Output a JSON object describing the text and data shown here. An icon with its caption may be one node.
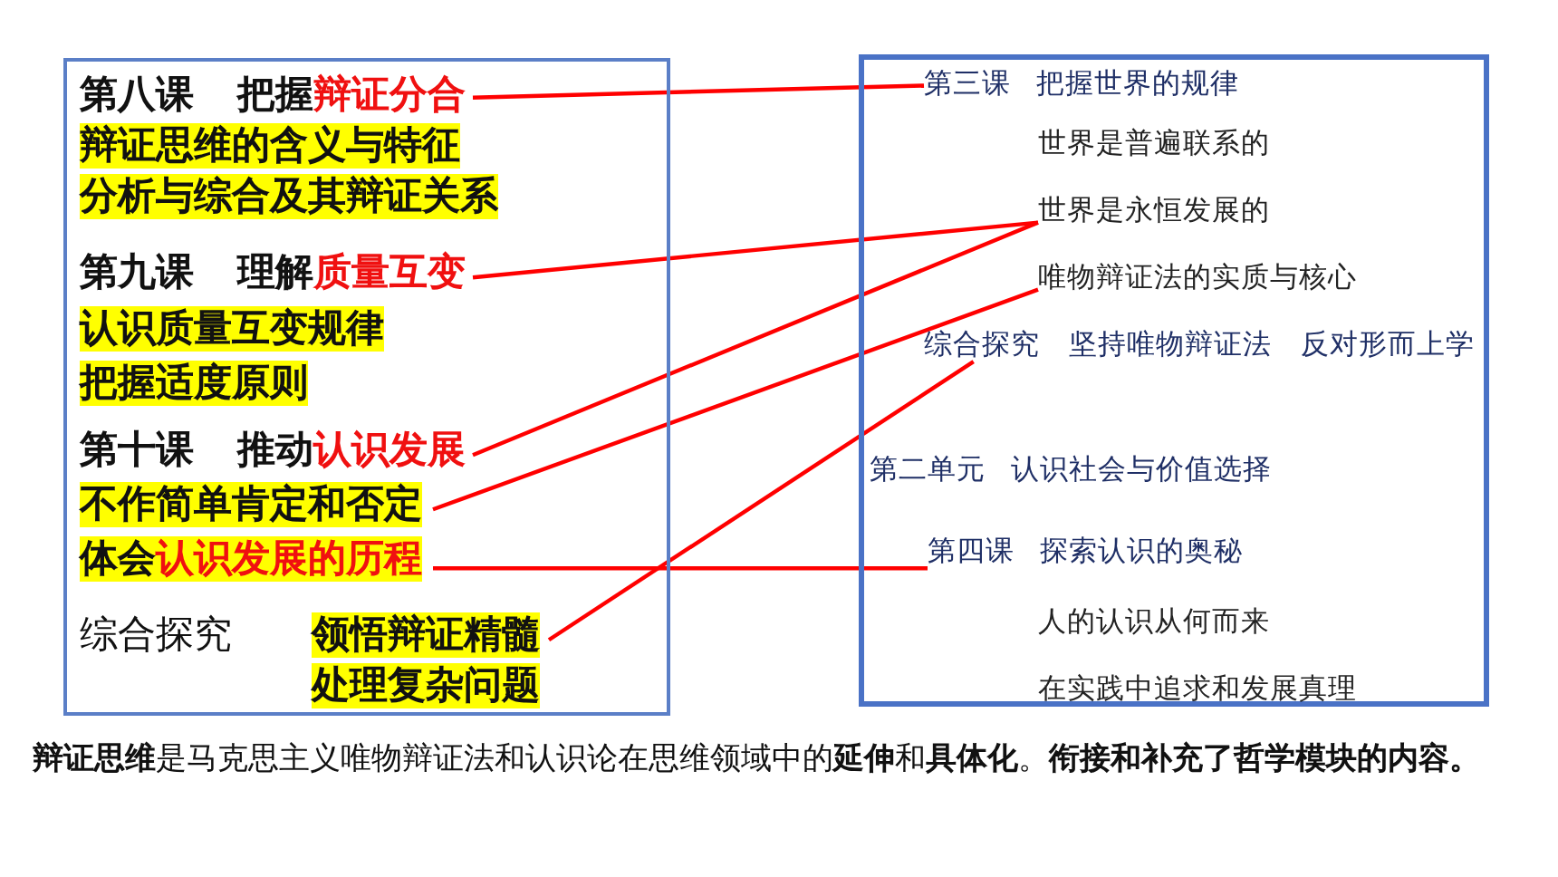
{
  "diagram": {
    "nodes": [
      {
        "text": [],
        "shape": "box"
      },
      {
        "text": [
          "第八课",
          "把握",
          "辩证分合"
        ],
        "in": 0
      },
      {
        "text": [
          "辩证思维的含义与特征"
        ],
        "in": 0
      },
      {
        "text": [
          "分析与综合及其辩证关系"
        ],
        "in": 0
      },
      {
        "text": [
          "第九课",
          "理解",
          "质量互变"
        ],
        "in": 0
      },
      {
        "text": [
          "认识质量互变规律"
        ],
        "in": 0
      },
      {
        "text": [
          "把握适度原则"
        ],
        "in": 0
      },
      {
        "text": [
          "第十课",
          "推动",
          "认识发展"
        ],
        "in": 0
      },
      {
        "text": [
          "不作简单肯定和否定"
        ],
        "in": 0
      },
      {
        "text": [
          "体会",
          "认识发展的历程"
        ],
        "in": 0
      },
      {
        "text": [
          "综合探究"
        ],
        "in": 0
      },
      {
        "text": [
          "领悟辩证精髓"
        ],
        "in": 0
      },
      {
        "text": [
          "处理复杂问题"
        ],
        "in": 0
      },
      {
        "text": [],
        "shape": "box"
      },
      {
        "text": [
          "第三课",
          "把握世界的规律"
        ],
        "in": 13
      },
      {
        "text": [
          "世界是普遍联系的"
        ],
        "in": 13
      },
      {
        "text": [
          "世界是永恒发展的"
        ],
        "in": 13
      },
      {
        "text": [
          "唯物辩证法的实质与核心"
        ],
        "in": 13
      },
      {
        "text": [
          "综合探究",
          "坚持唯物辩证法",
          "反对形而上学"
        ],
        "in": 13
      },
      {
        "text": [
          "第二单元",
          "认识社会与价值选择"
        ],
        "in": 13
      },
      {
        "text": [
          "第四课",
          "探索认识的奥秘"
        ],
        "in": 13
      },
      {
        "text": [
          "人的认识从何而来"
        ],
        "in": 13
      },
      {
        "text": [
          "在实践中追求和发展真理"
        ],
        "in": 13
      }
    ],
    "edges": [
      {
        "from": 1,
        "to": 14,
        "arrow": "none"
      },
      {
        "from": 4,
        "to": 16,
        "arrow": "none"
      },
      {
        "from": 7,
        "to": 16,
        "arrow": "none"
      },
      {
        "from": 8,
        "to": 17,
        "arrow": "none"
      },
      {
        "from": 9,
        "to": 20,
        "arrow": "none"
      },
      {
        "from": 11,
        "to": 18,
        "arrow": "none"
      }
    ],
    "labels": [
      "**辩证思维**是马克思主义唯物辩证法和认识论在思维领域中的**延伸**和**具体化**。**衔接和补充了哲学模块的内容。**"
    ]
  }
}
